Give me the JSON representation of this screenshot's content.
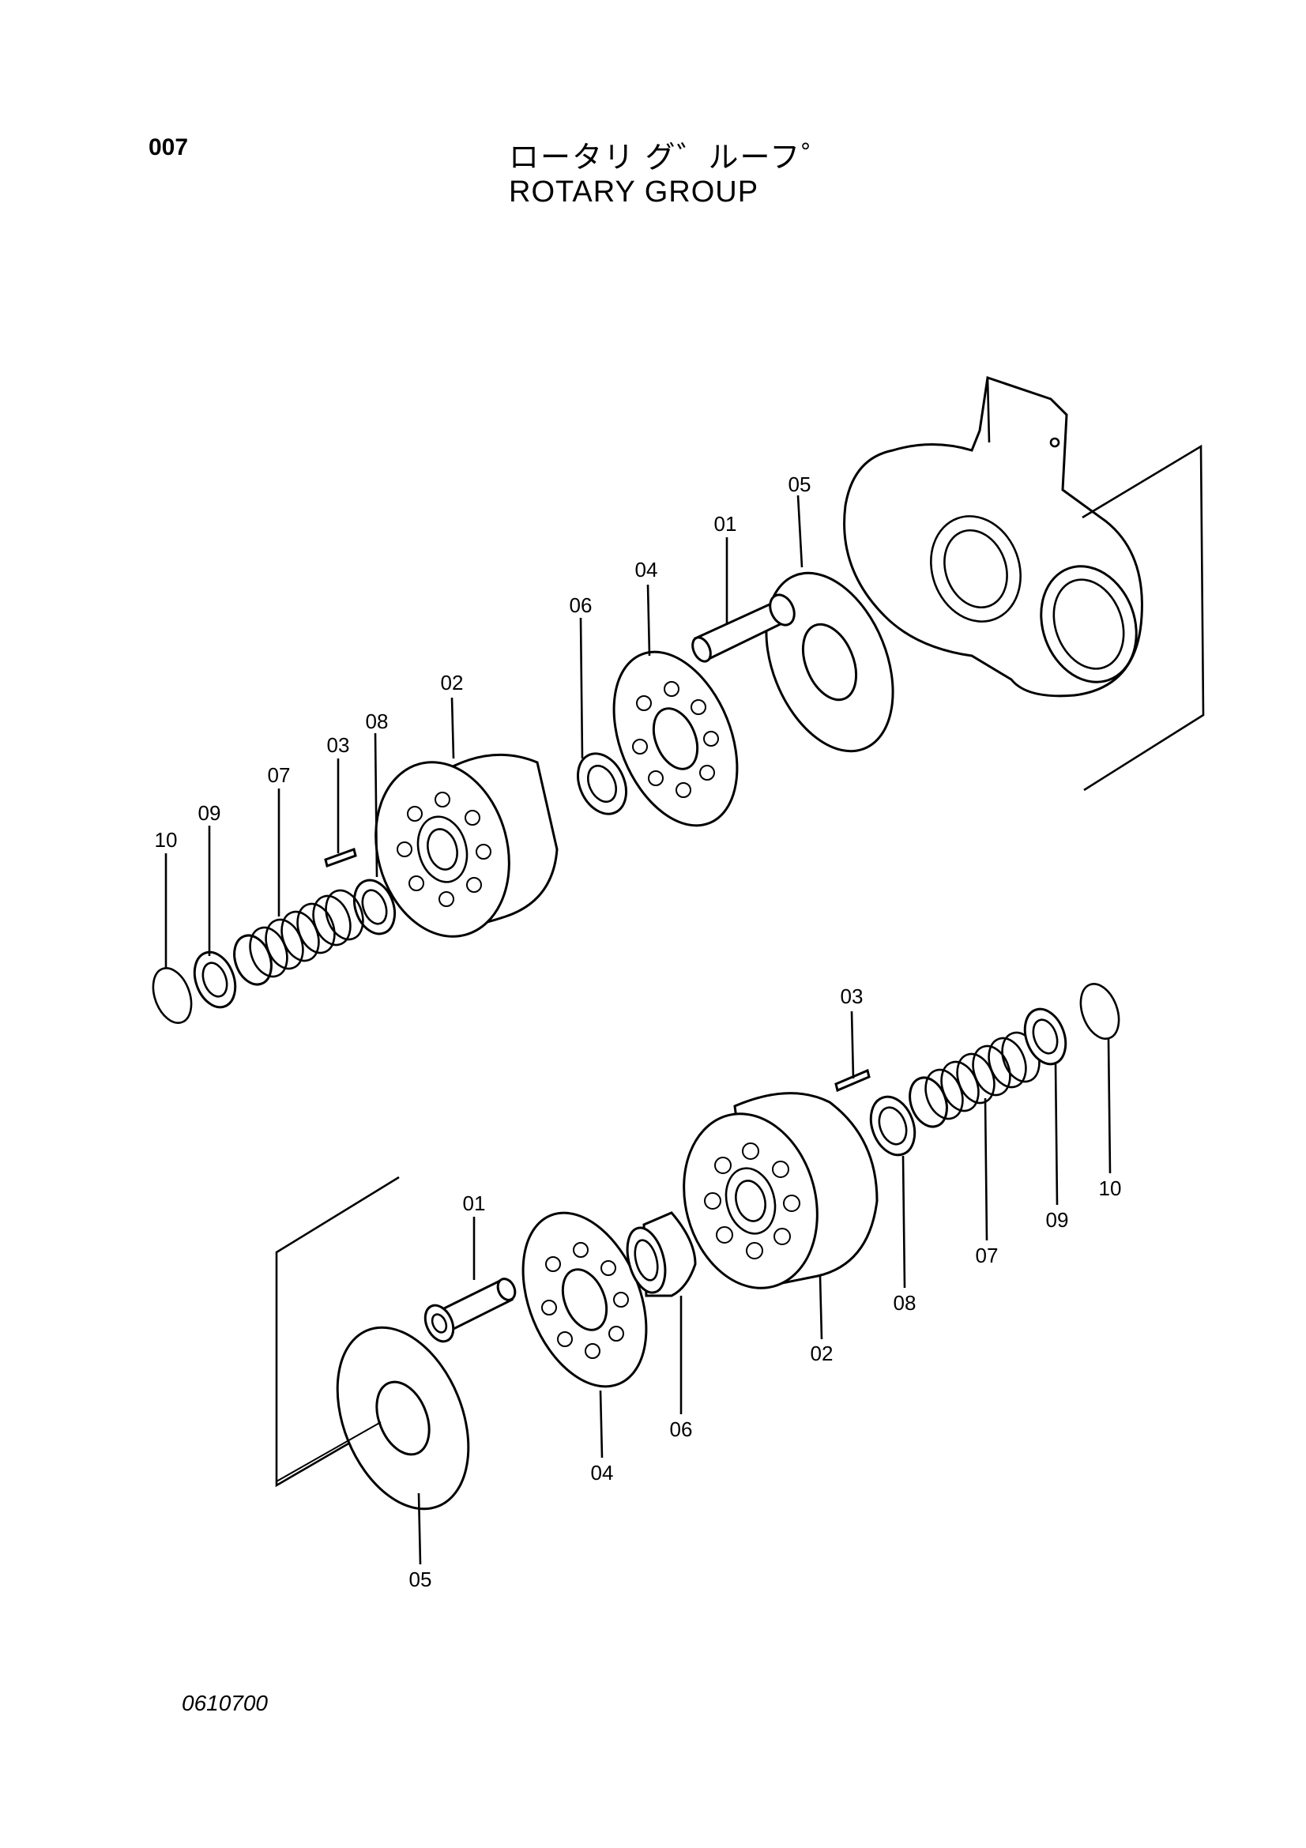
{
  "header": {
    "page_number": "007",
    "title_jp": "ロータリ グ゛ルーフ゜",
    "title_en": "ROTARY GROUP"
  },
  "footer": {
    "document_code": "0610700"
  },
  "callouts": {
    "upper": [
      "01",
      "02",
      "03",
      "04",
      "05",
      "06",
      "07",
      "08",
      "09",
      "10"
    ],
    "lower": [
      "01",
      "02",
      "03",
      "04",
      "05",
      "06",
      "07",
      "08",
      "09",
      "10"
    ]
  }
}
